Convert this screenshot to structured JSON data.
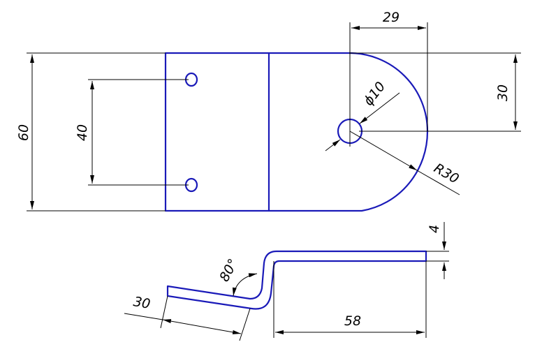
{
  "dimensions": {
    "overall_height": "60",
    "hole_spacing": "40",
    "hole_diameter": "ϕ10",
    "arc_radius": "R30",
    "center_to_end": "29",
    "center_to_top": "30",
    "bent_leg_length": "30",
    "bend_angle": "80°",
    "sheet_thickness": "4",
    "flat_leg_length": "58"
  },
  "colors": {
    "part_outline": "#1a1ab8",
    "dimension_lines": "#000000"
  }
}
